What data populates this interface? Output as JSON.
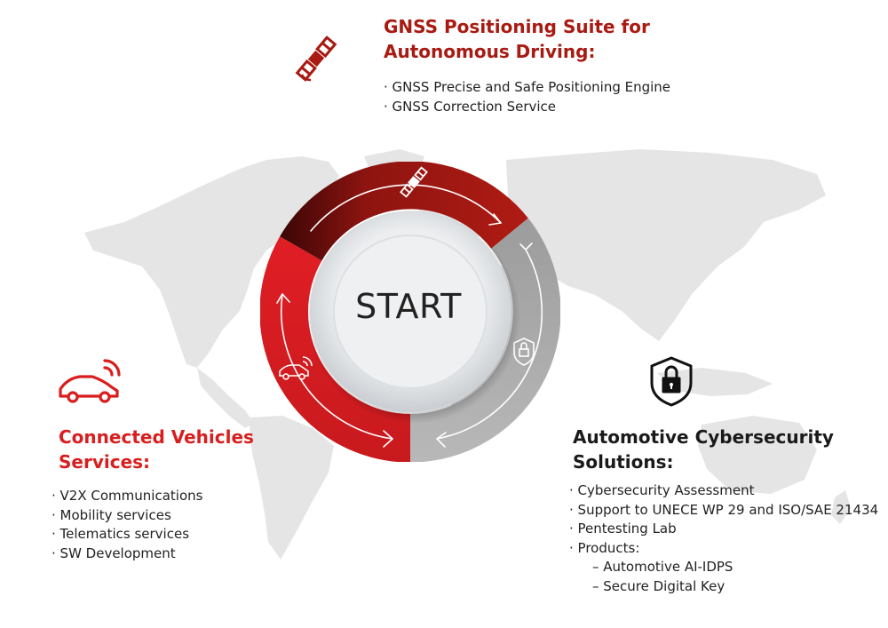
{
  "start": {
    "label": "START"
  },
  "gnss": {
    "title_line1": "GNSS Positioning Suite for",
    "title_line2": "Autonomous Driving:",
    "items": [
      "GNSS Precise and Safe Positioning Engine",
      "GNSS Correction Service"
    ],
    "icon": "satellite-icon"
  },
  "connected": {
    "title_line1": "Connected Vehicles",
    "title_line2": "Services:",
    "items": [
      "V2X Communications",
      "Mobility services",
      "Telematics services",
      "SW Development"
    ],
    "icon": "connected-car-icon"
  },
  "cyber": {
    "title_line1": "Automotive Cybersecurity",
    "title_line2": "Solutions:",
    "items": [
      "Cybersecurity Assessment",
      "Support to UNECE WP 29 and ISO/SAE 21434",
      "Pentesting Lab",
      "Products:"
    ],
    "sub_items": [
      "Automotive AI-IDPS",
      "Secure Digital Key"
    ],
    "icon": "padlock-shield-icon"
  },
  "colors": {
    "dark_red": "#a81a12",
    "red": "#d81e1e",
    "gray": "#a8a8a8",
    "map": "#e6e6e6"
  }
}
